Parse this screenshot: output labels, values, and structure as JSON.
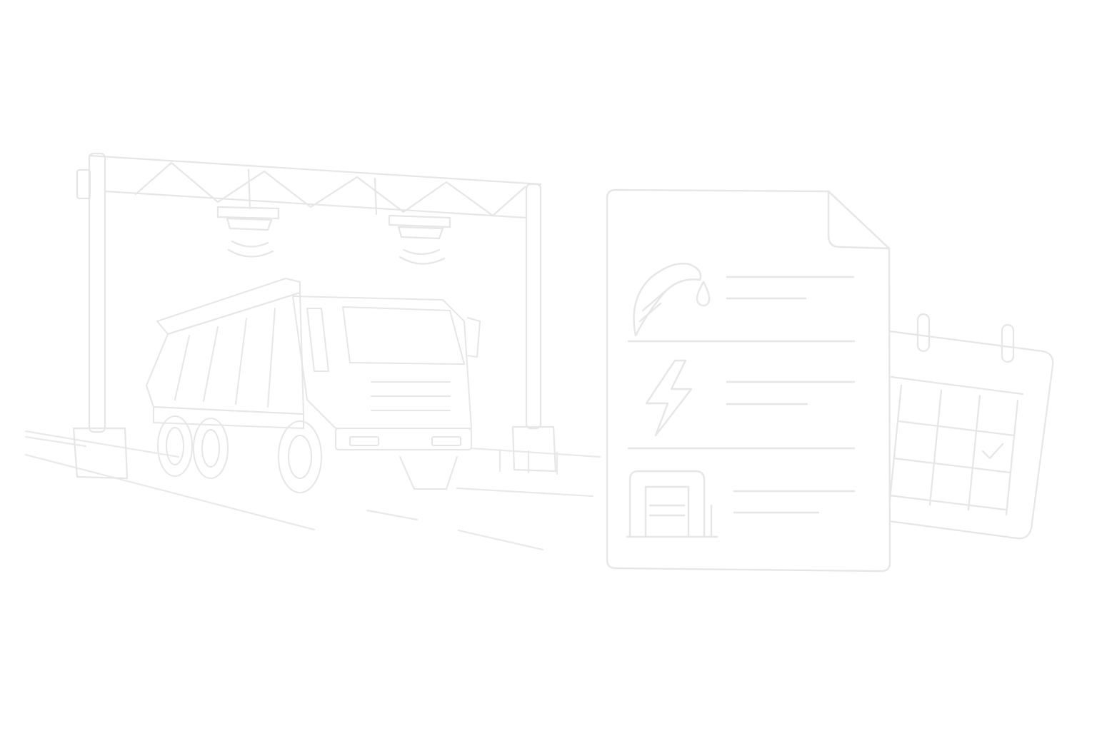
{
  "illustration": {
    "elements": [
      "toll-gantry",
      "dump-truck",
      "road",
      "document",
      "calendar"
    ],
    "document_icons": [
      "fuel-icon",
      "lightning-icon",
      "garage-icon"
    ],
    "calendar_marked": true
  },
  "colors": {
    "background": "#ffffff",
    "line": "#e6e6e6",
    "line_light": "#eeeeee"
  }
}
